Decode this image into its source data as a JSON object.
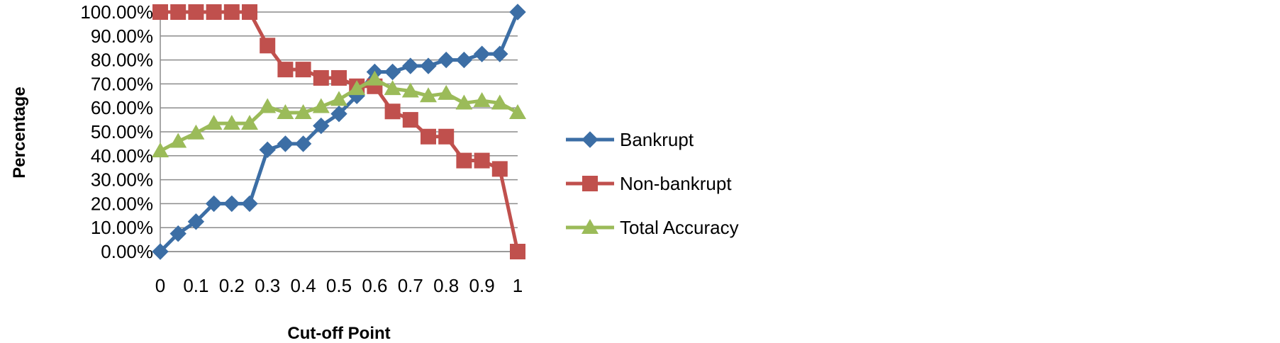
{
  "chart_data": {
    "type": "line",
    "xlabel": "Cut-off Point",
    "ylabel": "Percentage",
    "x": [
      0,
      0.05,
      0.1,
      0.15,
      0.2,
      0.25,
      0.3,
      0.35,
      0.4,
      0.45,
      0.5,
      0.55,
      0.6,
      0.65,
      0.7,
      0.75,
      0.8,
      0.85,
      0.9,
      0.95,
      1
    ],
    "x_tick_labels": [
      "0",
      "0.1",
      "0.2",
      "0.3",
      "0.4",
      "0.5",
      "0.6",
      "0.7",
      "0.8",
      "0.9",
      "1"
    ],
    "x_tick_values": [
      0,
      0.1,
      0.2,
      0.3,
      0.4,
      0.5,
      0.6,
      0.7,
      0.8,
      0.9,
      1
    ],
    "y_tick_labels": [
      "0.00%",
      "10.00%",
      "20.00%",
      "30.00%",
      "40.00%",
      "50.00%",
      "60.00%",
      "70.00%",
      "80.00%",
      "90.00%",
      "100.00%"
    ],
    "y_tick_values": [
      0,
      10,
      20,
      30,
      40,
      50,
      60,
      70,
      80,
      90,
      100
    ],
    "ylim": [
      0,
      100
    ],
    "xlim": [
      0,
      1
    ],
    "grid": "horizontal",
    "legend_position": "right",
    "series": [
      {
        "name": "Bankrupt",
        "color": "#3c6ea5",
        "marker": "diamond",
        "values": [
          0,
          7.5,
          12.5,
          20,
          20,
          20,
          42.5,
          45,
          45,
          52.5,
          57.5,
          65,
          75,
          75,
          77.5,
          77.5,
          80,
          80,
          82.5,
          82.5,
          100
        ]
      },
      {
        "name": "Non-bankrupt",
        "color": "#c0504d",
        "marker": "square",
        "values": [
          100,
          100,
          100,
          100,
          100,
          100,
          86,
          76,
          76,
          72.5,
          72.5,
          69,
          69,
          58.5,
          55,
          48,
          48,
          38,
          38,
          34.5,
          0
        ]
      },
      {
        "name": "Total Accuracy",
        "color": "#9bbb59",
        "marker": "triangle",
        "values": [
          42,
          46,
          49.5,
          53.5,
          53.5,
          53.5,
          60.5,
          58,
          58,
          60.5,
          63.5,
          68,
          72,
          68,
          67,
          65,
          66,
          62,
          63,
          62,
          58
        ]
      }
    ]
  }
}
